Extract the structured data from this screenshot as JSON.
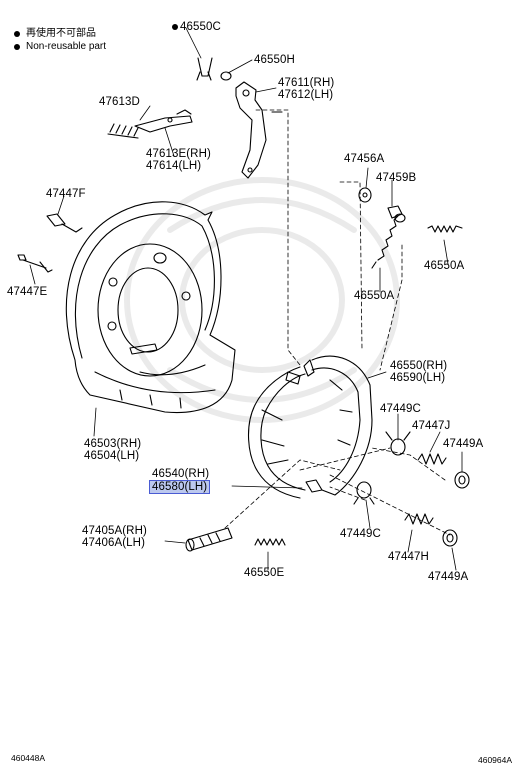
{
  "legend": {
    "items": [
      {
        "text": "再使用不可部品"
      },
      {
        "text": "Non-reusable part"
      }
    ]
  },
  "parts": {
    "p46550C": "46550C",
    "p46550H": "46550H",
    "p47611": "47611(RH)",
    "p47612": "47612(LH)",
    "p47613D": "47613D",
    "p47613E": "47613E(RH)",
    "p47614": "47614(LH)",
    "p47447F": "47447F",
    "p47447E": "47447E",
    "p46503": "46503(RH)",
    "p46504": "46504(LH)",
    "p46540": "46540(RH)",
    "p46580": "46580(LH)",
    "p47405A": "47405A(RH)",
    "p47406A": "47406A(LH)",
    "p46550E": "46550E",
    "p47456A": "47456A",
    "p47459B": "47459B",
    "p46550A_1": "46550A",
    "p46550A_2": "46550A",
    "p46550": "46550(RH)",
    "p46590": "46590(LH)",
    "p47449C_1": "47449C",
    "p47447J": "47447J",
    "p47449A_1": "47449A",
    "p47449C_2": "47449C",
    "p47447H": "47447H",
    "p47449A_2": "47449A"
  },
  "footer": {
    "left": "460448A",
    "right": "460964A"
  },
  "colors": {
    "highlight_fill": "#bcc8ee",
    "highlight_border": "#4a5bd3"
  }
}
